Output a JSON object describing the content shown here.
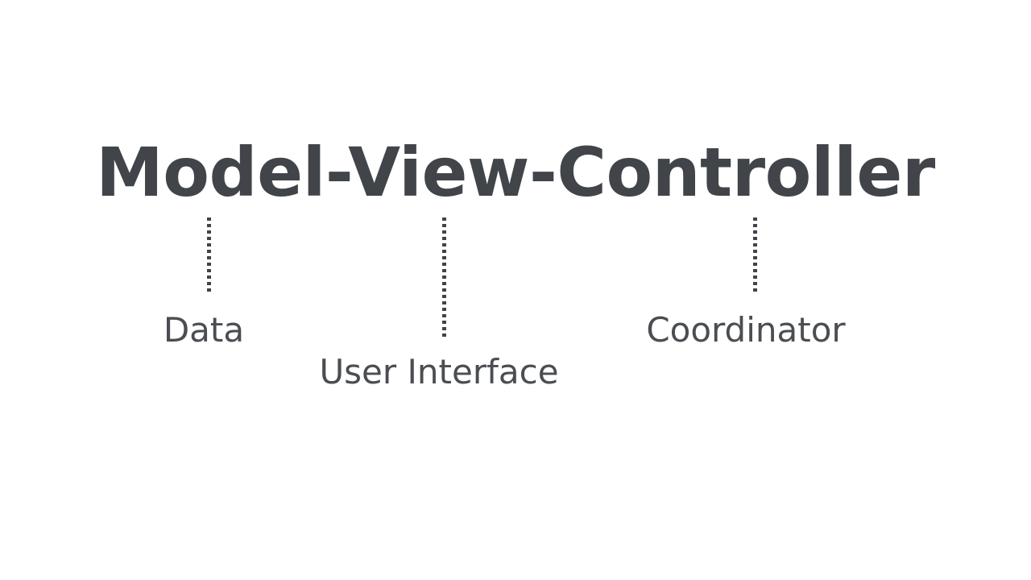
{
  "slide": {
    "background_color": "#ffffff",
    "title": "Model-View-Controller",
    "title_color": "#41454a",
    "label_color": "#4a4e52",
    "connector_color": "#41454a",
    "nodes": [
      {
        "term": "Model",
        "label": "Data",
        "connector": "dotted-vertical-line"
      },
      {
        "term": "View",
        "label": "User Interface",
        "connector": "dotted-vertical-line"
      },
      {
        "term": "Controller",
        "label": "Coordinator",
        "connector": "dotted-vertical-line"
      }
    ]
  }
}
